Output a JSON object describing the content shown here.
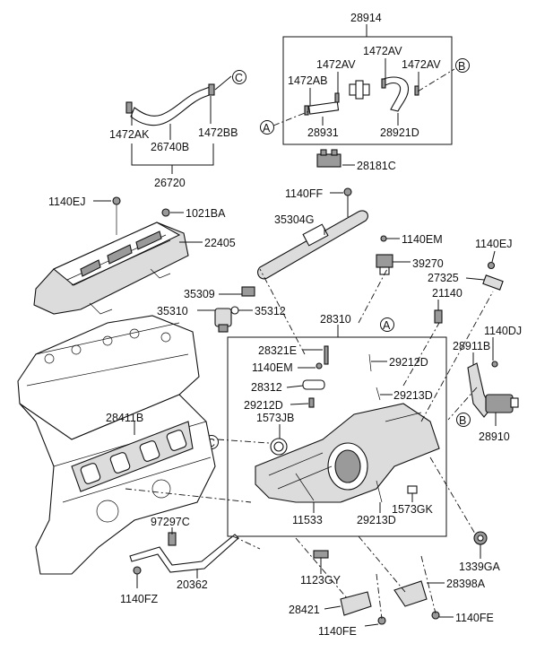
{
  "labels": {
    "p28914": "28914",
    "p1472AV_a": "1472AV",
    "p1472AV_b": "1472AV",
    "p1472AV_c": "1472AV",
    "p1472AB": "1472AB",
    "p28931": "28931",
    "p28921D": "28921D",
    "p28181C": "28181C",
    "p1472AK": "1472AK",
    "p1472BB": "1472BB",
    "p26740B": "26740B",
    "p26720": "26720",
    "p1140EJ_a": "1140EJ",
    "p1021BA": "1021BA",
    "p22405": "22405",
    "p1140FF": "1140FF",
    "p35304G": "35304G",
    "p1140EM_a": "1140EM",
    "p39270": "39270",
    "p1140EJ_b": "1140EJ",
    "p27325": "27325",
    "p21140": "21140",
    "p35309": "35309",
    "p35310": "35310",
    "p35312": "35312",
    "p28310": "28310",
    "p28321E": "28321E",
    "p1140EM_b": "1140EM",
    "p29212D_a": "29212D",
    "p28312": "28312",
    "p29212D_b": "29212D",
    "p29213D_a": "29213D",
    "p1573JB": "1573JB",
    "p28411B": "28411B",
    "p1140DJ": "1140DJ",
    "p28911B": "28911B",
    "p28910": "28910",
    "p11533": "11533",
    "p29213D_b": "29213D",
    "p1573GK": "1573GK",
    "p97297C": "97297C",
    "p1339GA": "1339GA",
    "p1123GY": "1123GY",
    "p28398A": "28398A",
    "p1140FZ": "1140FZ",
    "p20362": "20362",
    "p28421": "28421",
    "p1140FE_a": "1140FE",
    "p1140FE_b": "1140FE"
  },
  "refs": {
    "A": "A",
    "B": "B",
    "C": "C"
  }
}
